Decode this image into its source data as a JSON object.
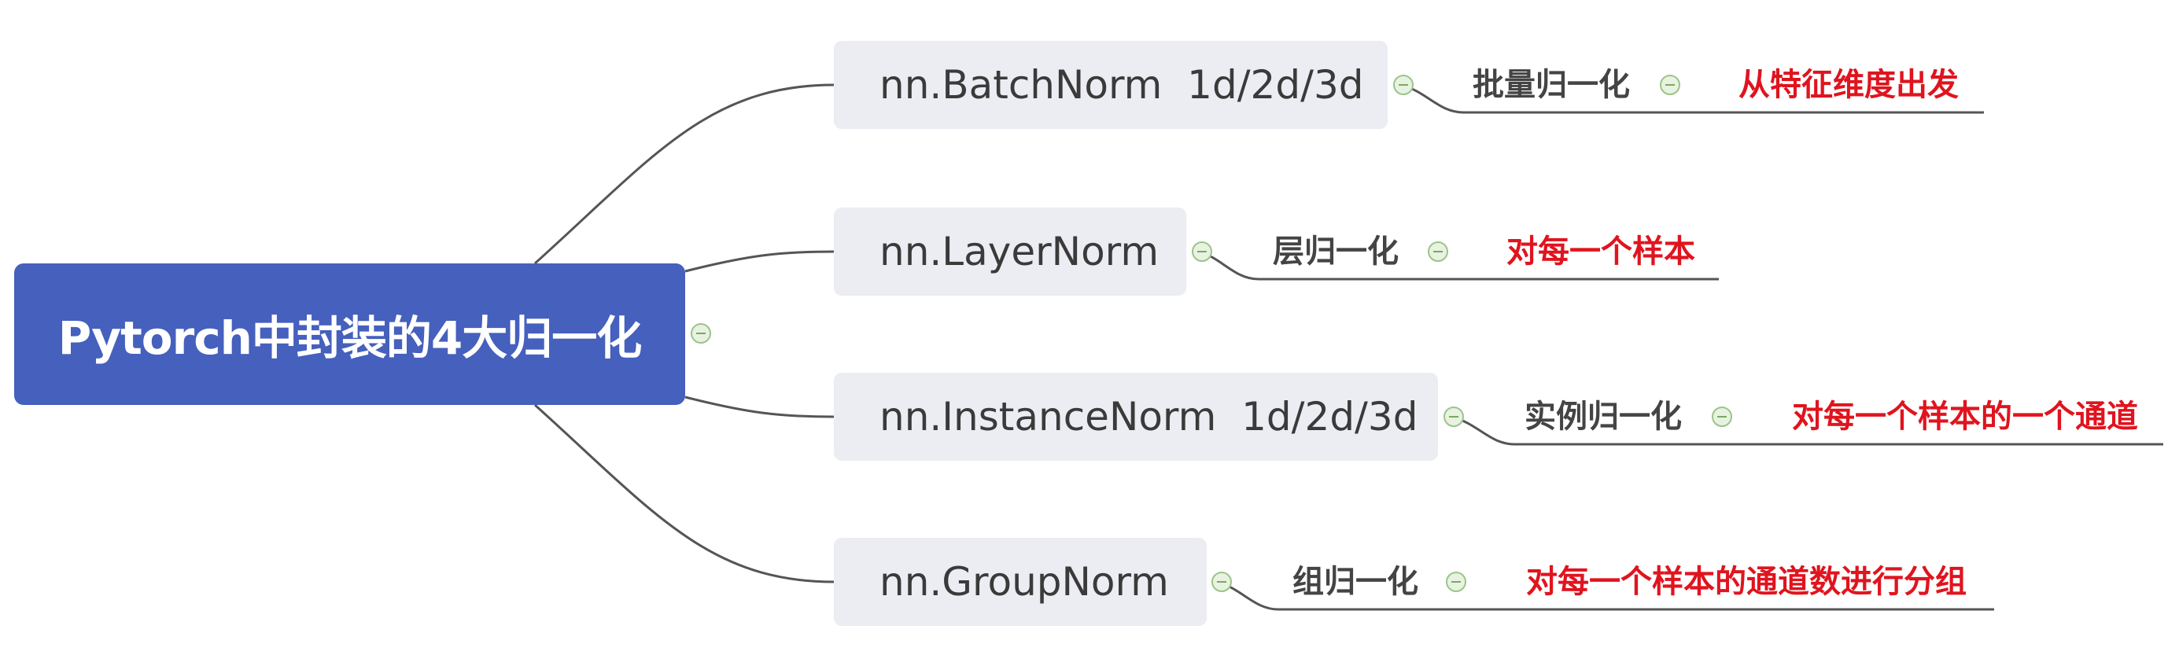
{
  "root": {
    "title": "Pytorch中封装的4大归一化"
  },
  "branches": [
    {
      "module": "nn.BatchNorm  1d/2d/3d",
      "name": "批量归一化",
      "desc": "从特征维度出发"
    },
    {
      "module": "nn.LayerNorm",
      "name": "层归一化",
      "desc": "对每一个样本"
    },
    {
      "module": "nn.InstanceNorm  1d/2d/3d",
      "name": "实例归一化",
      "desc": "对每一个样本的一个通道"
    },
    {
      "module": "nn.GroupNorm",
      "name": "组归一化",
      "desc": "对每一个样本的通道数进行分组"
    }
  ],
  "colors": {
    "root_fill": "#4560bd",
    "node_fill": "#ececf3",
    "desc_text": "#e0141e",
    "line": "#555555"
  },
  "icons": {
    "toggle": "collapse-minus-icon"
  }
}
